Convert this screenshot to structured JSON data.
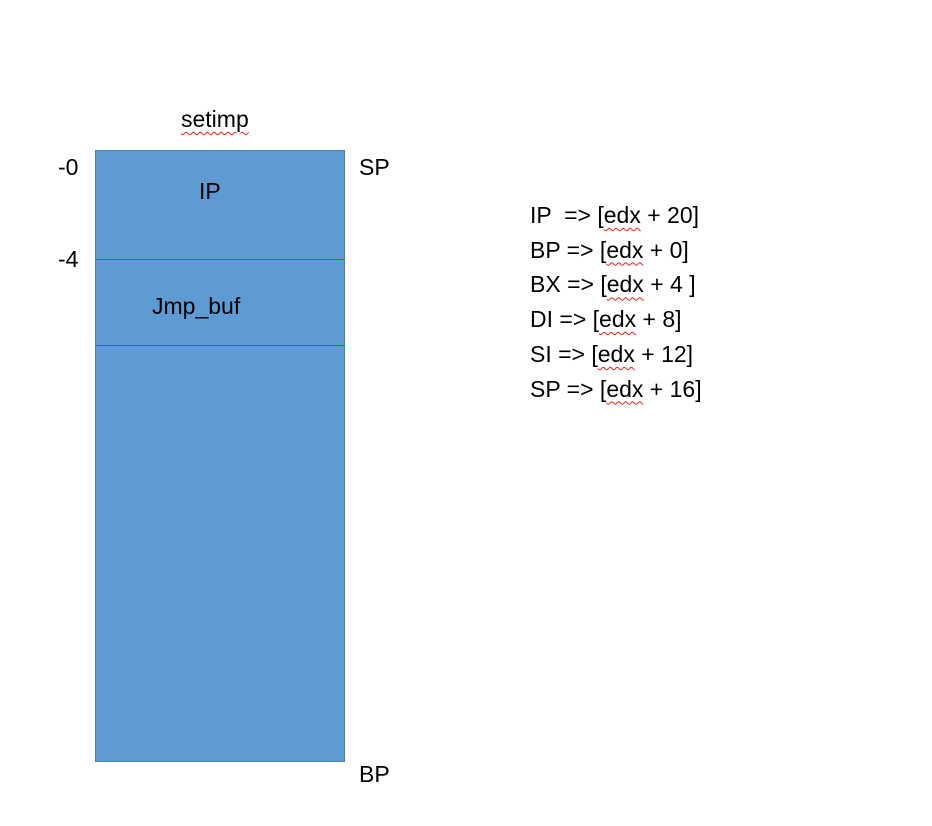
{
  "title": "setimp",
  "offsets": [
    "-0",
    "-4"
  ],
  "register_labels": {
    "top": "SP",
    "bottom": "BP"
  },
  "stack_slots": [
    "IP",
    "Jmp_buf"
  ],
  "colors": {
    "stack_fill": "#5f9bd3",
    "stack_border": "#4a7fb0",
    "divider": "#e8262a",
    "spellcheck_underline": "#e0201a"
  },
  "register_map": [
    {
      "pre": "IP  => [",
      "squiggle": "edx",
      "post": " + 20]"
    },
    {
      "pre": "BP => [",
      "squiggle": "edx",
      "post": " + 0]"
    },
    {
      "pre": "BX => [",
      "squiggle": "edx",
      "post": " + 4 ]"
    },
    {
      "pre": "DI => [",
      "squiggle": "edx",
      "post": " + 8]"
    },
    {
      "pre": "SI => [",
      "squiggle": "edx",
      "post": " + 12]"
    },
    {
      "pre": "SP => [",
      "squiggle": "edx",
      "post": " + 16]"
    }
  ]
}
